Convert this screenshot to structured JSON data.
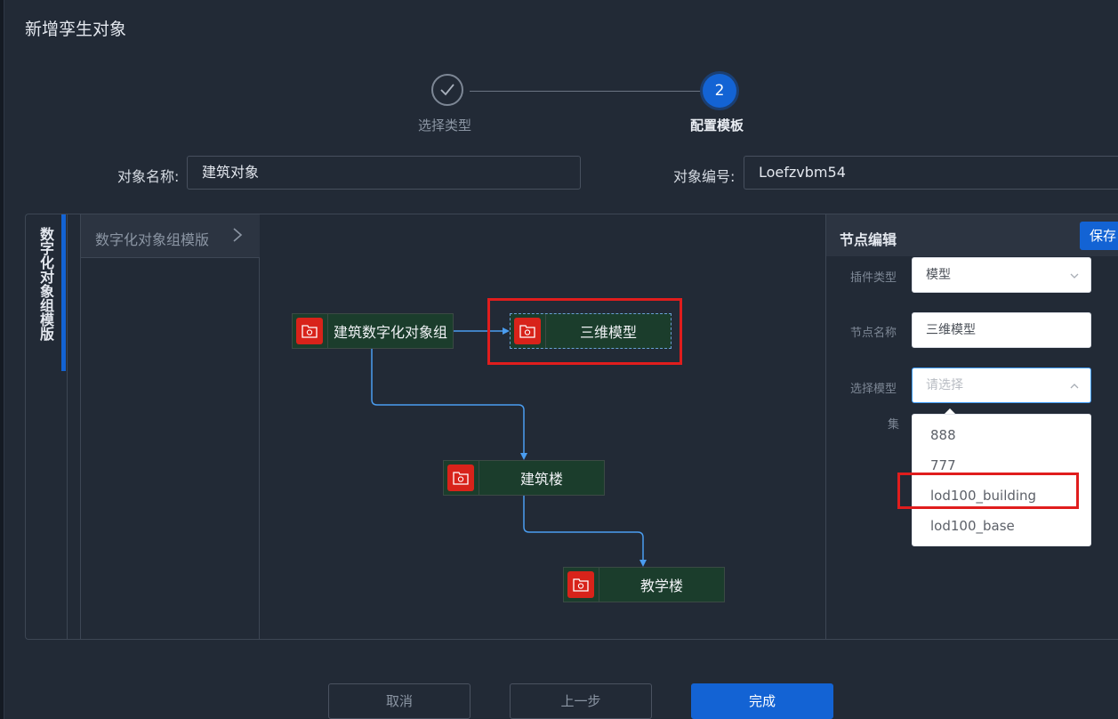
{
  "dialog": {
    "title": "新增孪生对象"
  },
  "steps": [
    {
      "label": "选择类型",
      "state": "done"
    },
    {
      "number": "2",
      "label": "配置模板",
      "state": "active"
    }
  ],
  "form": {
    "name_label": "对象名称:",
    "name_value": "建筑对象",
    "code_label": "对象编号:",
    "code_value": "Loefzvbm54"
  },
  "sidebar": {
    "vertical_tab": "数字化对象组模版"
  },
  "template_list": {
    "header": "数字化对象组模版"
  },
  "canvas": {
    "nodes": [
      {
        "label": "建筑数字化对象组"
      },
      {
        "label": "三维模型"
      },
      {
        "label": "建筑楼"
      },
      {
        "label": "教学楼"
      }
    ]
  },
  "node_editor": {
    "title": "节点编辑",
    "save_label": "保存",
    "plugin_type_label": "插件类型",
    "plugin_type_value": "模型",
    "node_name_label": "节点名称",
    "node_name_value": "三维模型",
    "model_label": "选择模型",
    "model_placeholder": "请选择",
    "extra_label": "集",
    "model_options": [
      "888",
      "777",
      "lod100_building",
      "lod100_base"
    ]
  },
  "footer": {
    "cancel_label": "取消",
    "prev_label": "上一步",
    "finish_label": "完成"
  },
  "colors": {
    "accent": "#1363d4",
    "node_bg": "#1b3d2c",
    "node_icon": "#d8231a",
    "highlight": "#e01d1d",
    "edge": "#4a9df0"
  }
}
